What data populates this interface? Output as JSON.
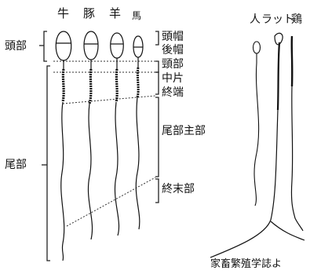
{
  "species": {
    "bull": "牛",
    "boar": "豚",
    "ram": "羊",
    "horse": "馬",
    "human": "人",
    "rat": "ラット",
    "fowl": "鶏"
  },
  "left_labels": {
    "head": "頭部",
    "tail": "尾部"
  },
  "right_labels": {
    "acrosome": "頭帽",
    "postacrosomal_cap": "後帽",
    "neck": "頸部",
    "midpiece": "中片",
    "terminal_ring": "終端",
    "principal_piece": "尾部主部",
    "end_piece": "終末部"
  },
  "source": "家畜繁殖学誌よ"
}
